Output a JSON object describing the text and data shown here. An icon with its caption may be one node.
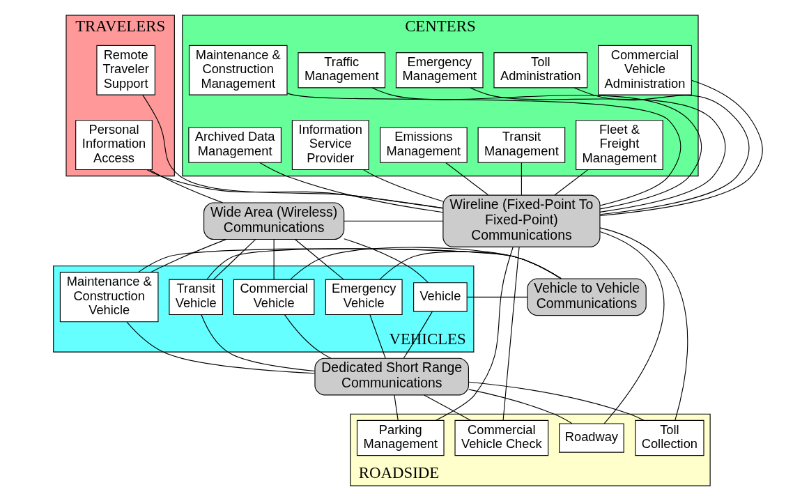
{
  "diagram": {
    "nodes": [
      {
        "text": [
          "TRAVELERS"
        ]
      },
      {
        "text": [
          "Remote Traveler Support"
        ],
        "in": 0
      },
      {
        "text": [
          "Personal Information Access"
        ],
        "in": 0
      },
      {
        "text": [
          "CENTERS"
        ]
      },
      {
        "text": [
          "Traffic Management"
        ],
        "in": 3
      },
      {
        "text": [
          "Emergency Management"
        ],
        "in": 3
      },
      {
        "text": [
          "Toll Administration"
        ],
        "in": 3
      },
      {
        "text": [
          "Commercial Vehicle Administration"
        ],
        "in": 3
      },
      {
        "text": [
          "Maintenance & Construction Management"
        ],
        "in": 3
      },
      {
        "text": [
          "Information Service Provider"
        ],
        "in": 3
      },
      {
        "text": [
          "Emissions Management"
        ],
        "in": 3
      },
      {
        "text": [
          "Transit Management"
        ],
        "in": 3
      },
      {
        "text": [
          "Fleet & Freight Management"
        ],
        "in": 3
      },
      {
        "text": [
          "Archived Data Management"
        ],
        "in": 3
      },
      {
        "text": [
          "Wide Area (Wireless) Communications"
        ]
      },
      {
        "text": [
          "Wireline (Fixed-Point To Fixed-Point) Communications"
        ]
      },
      {
        "text": [
          "Vehicle to Vehicle Communications"
        ]
      },
      {
        "text": [
          "VEHICLES"
        ]
      },
      {
        "text": [
          "Vehicle"
        ],
        "in": 17
      },
      {
        "text": [
          "Emergency Vehicle"
        ],
        "in": 17
      },
      {
        "text": [
          "Commercial Vehicle"
        ],
        "in": 17
      },
      {
        "text": [
          "Transit Vehicle"
        ],
        "in": 17
      },
      {
        "text": [
          "Maintenance & Construction Vehicle"
        ],
        "in": 17
      },
      {
        "text": [
          "Dedicated Short Range Communications"
        ]
      },
      {
        "text": [
          "ROADSIDE"
        ]
      },
      {
        "text": [
          "Roadway"
        ],
        "in": 24
      },
      {
        "text": [
          "Toll Collection"
        ],
        "in": 24
      },
      {
        "text": [
          "Parking Management"
        ],
        "in": 24
      },
      {
        "text": [
          "Commercial Vehicle Check"
        ],
        "in": 24
      }
    ],
    "edges": [
      {
        "from": 1,
        "to": 15,
        "arrow": "none"
      },
      {
        "from": 2,
        "to": 15,
        "arrow": "none"
      },
      {
        "from": 4,
        "to": 15,
        "arrow": "none"
      },
      {
        "from": 9,
        "to": 15,
        "arrow": "none"
      },
      {
        "from": 10,
        "to": 15,
        "arrow": "none"
      },
      {
        "from": 5,
        "to": 15,
        "arrow": "none"
      },
      {
        "from": 11,
        "to": 15,
        "arrow": "none"
      },
      {
        "from": 6,
        "to": 15,
        "arrow": "none"
      },
      {
        "from": 12,
        "to": 15,
        "arrow": "none"
      },
      {
        "from": 7,
        "to": 15,
        "arrow": "none"
      },
      {
        "from": 13,
        "to": 15,
        "arrow": "none"
      },
      {
        "from": 8,
        "to": 15,
        "arrow": "none"
      },
      {
        "from": 2,
        "to": 14,
        "arrow": "none"
      },
      {
        "from": 14,
        "to": 15,
        "arrow": "none"
      },
      {
        "from": 14,
        "to": 22,
        "arrow": "none"
      },
      {
        "from": 14,
        "to": 21,
        "arrow": "none"
      },
      {
        "from": 14,
        "to": 20,
        "arrow": "none"
      },
      {
        "from": 14,
        "to": 19,
        "arrow": "none"
      },
      {
        "from": 14,
        "to": 18,
        "arrow": "none"
      },
      {
        "from": 16,
        "to": 18,
        "arrow": "none"
      },
      {
        "from": 16,
        "to": 19,
        "arrow": "none"
      },
      {
        "from": 16,
        "to": 20,
        "arrow": "none"
      },
      {
        "from": 16,
        "to": 21,
        "arrow": "none"
      },
      {
        "from": 16,
        "to": 22,
        "arrow": "none"
      },
      {
        "from": 18,
        "to": 23,
        "arrow": "none"
      },
      {
        "from": 19,
        "to": 23,
        "arrow": "none"
      },
      {
        "from": 20,
        "to": 23,
        "arrow": "none"
      },
      {
        "from": 21,
        "to": 23,
        "arrow": "none"
      },
      {
        "from": 22,
        "to": 23,
        "arrow": "none"
      },
      {
        "from": 23,
        "to": 25,
        "arrow": "none"
      },
      {
        "from": 23,
        "to": 26,
        "arrow": "none"
      },
      {
        "from": 23,
        "to": 27,
        "arrow": "none"
      },
      {
        "from": 23,
        "to": 28,
        "arrow": "none"
      },
      {
        "from": 15,
        "to": 25,
        "arrow": "none"
      },
      {
        "from": 15,
        "to": 26,
        "arrow": "none"
      },
      {
        "from": 15,
        "to": 27,
        "arrow": "none"
      },
      {
        "from": 15,
        "to": 28,
        "arrow": "none"
      }
    ]
  }
}
